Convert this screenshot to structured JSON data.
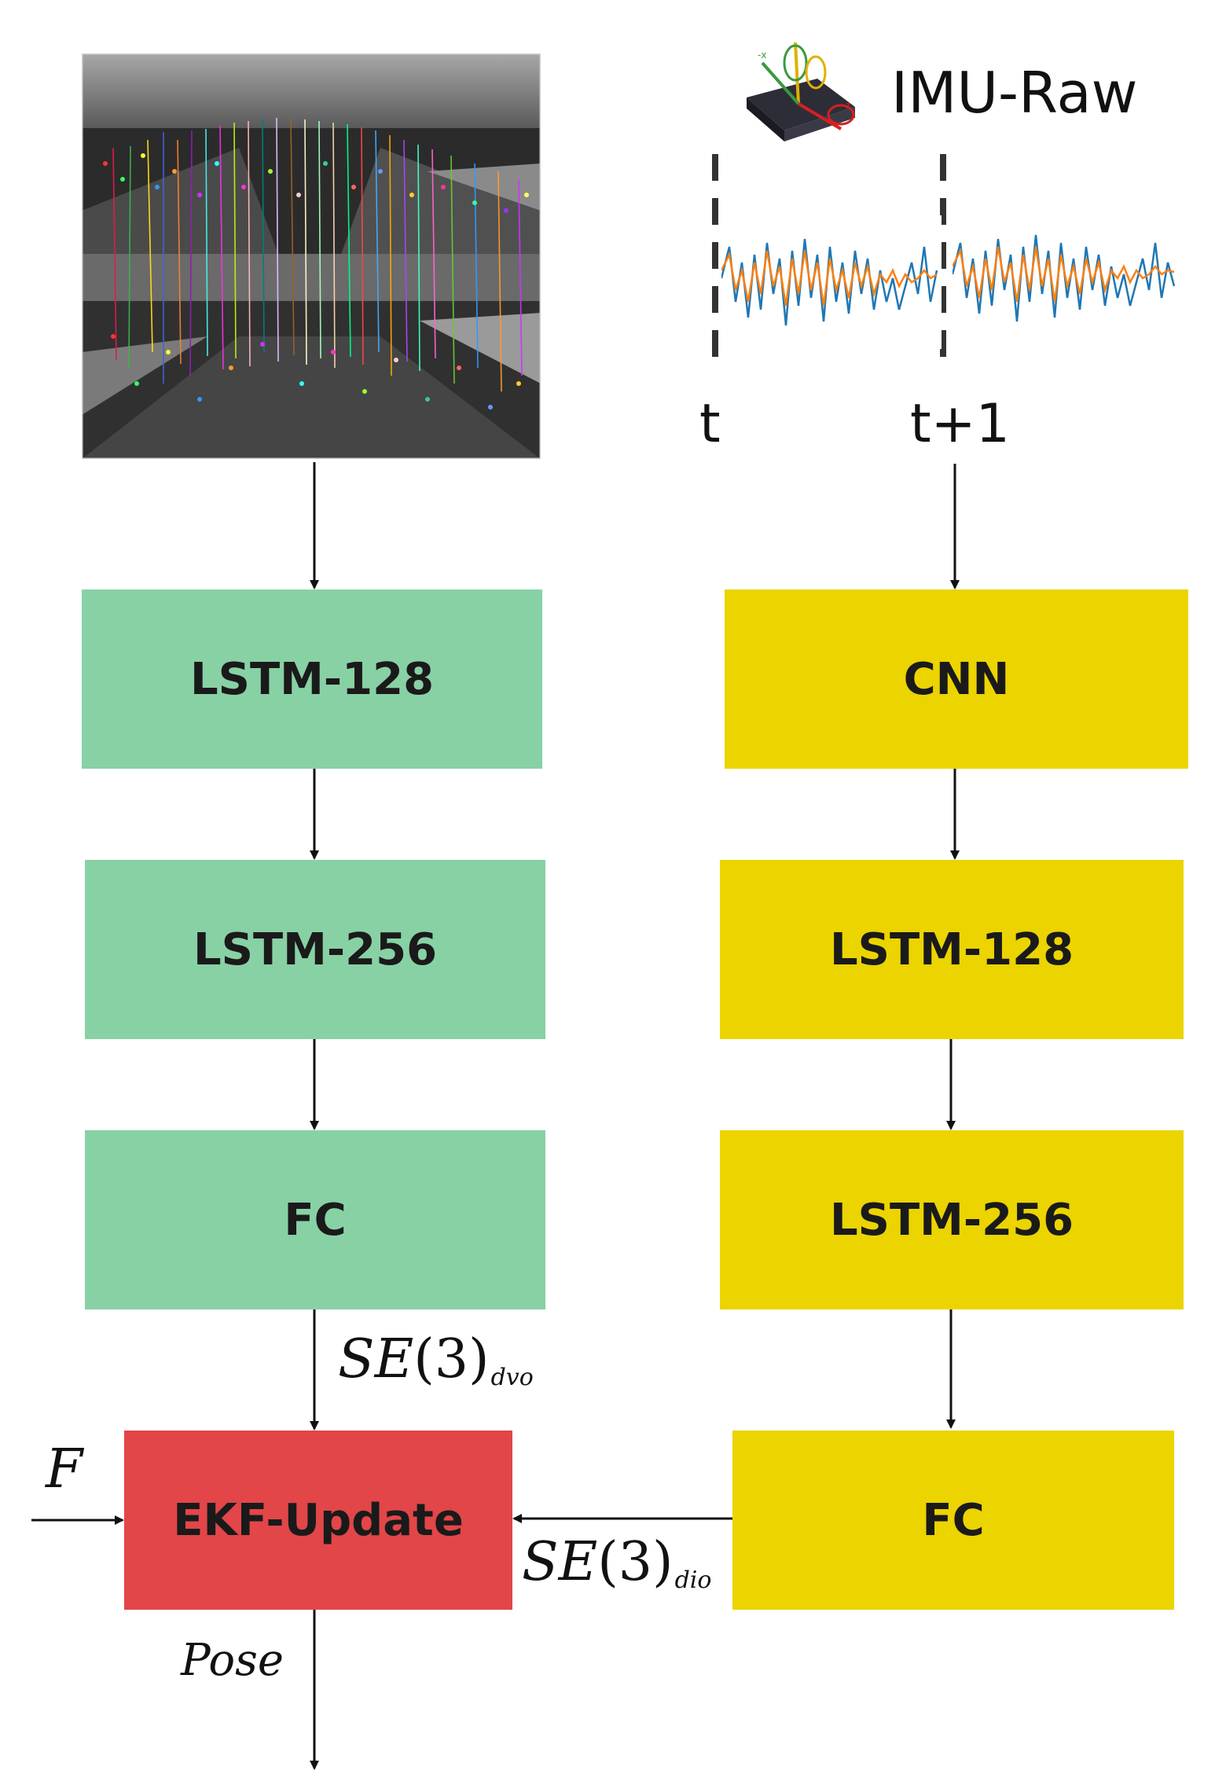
{
  "imu": {
    "title": "IMU-Raw",
    "t_label": "t",
    "t1_label": "t+1"
  },
  "visual_branch": [
    "LSTM-128",
    "LSTM-256",
    "FC"
  ],
  "inertial_branch": [
    "CNN",
    "LSTM-128",
    "LSTM-256",
    "FC"
  ],
  "fusion": {
    "box": "EKF-Update",
    "input_label": "F",
    "output_label": "Pose",
    "dvo_label": {
      "base": "SE",
      "arg": "(3)",
      "sub": "dvo"
    },
    "dio_label": {
      "base": "SE",
      "arg": "(3)",
      "sub": "dio"
    }
  },
  "colors": {
    "visual": "#88d1a5",
    "inertial": "#ebd400",
    "fusion": "#e24649",
    "imu_blue": "#1f77b4",
    "imu_orange": "#ff7f0e"
  },
  "icons": [
    "road-feature-matching-image",
    "imu-sensor-icon",
    "imu-signal-plot"
  ]
}
